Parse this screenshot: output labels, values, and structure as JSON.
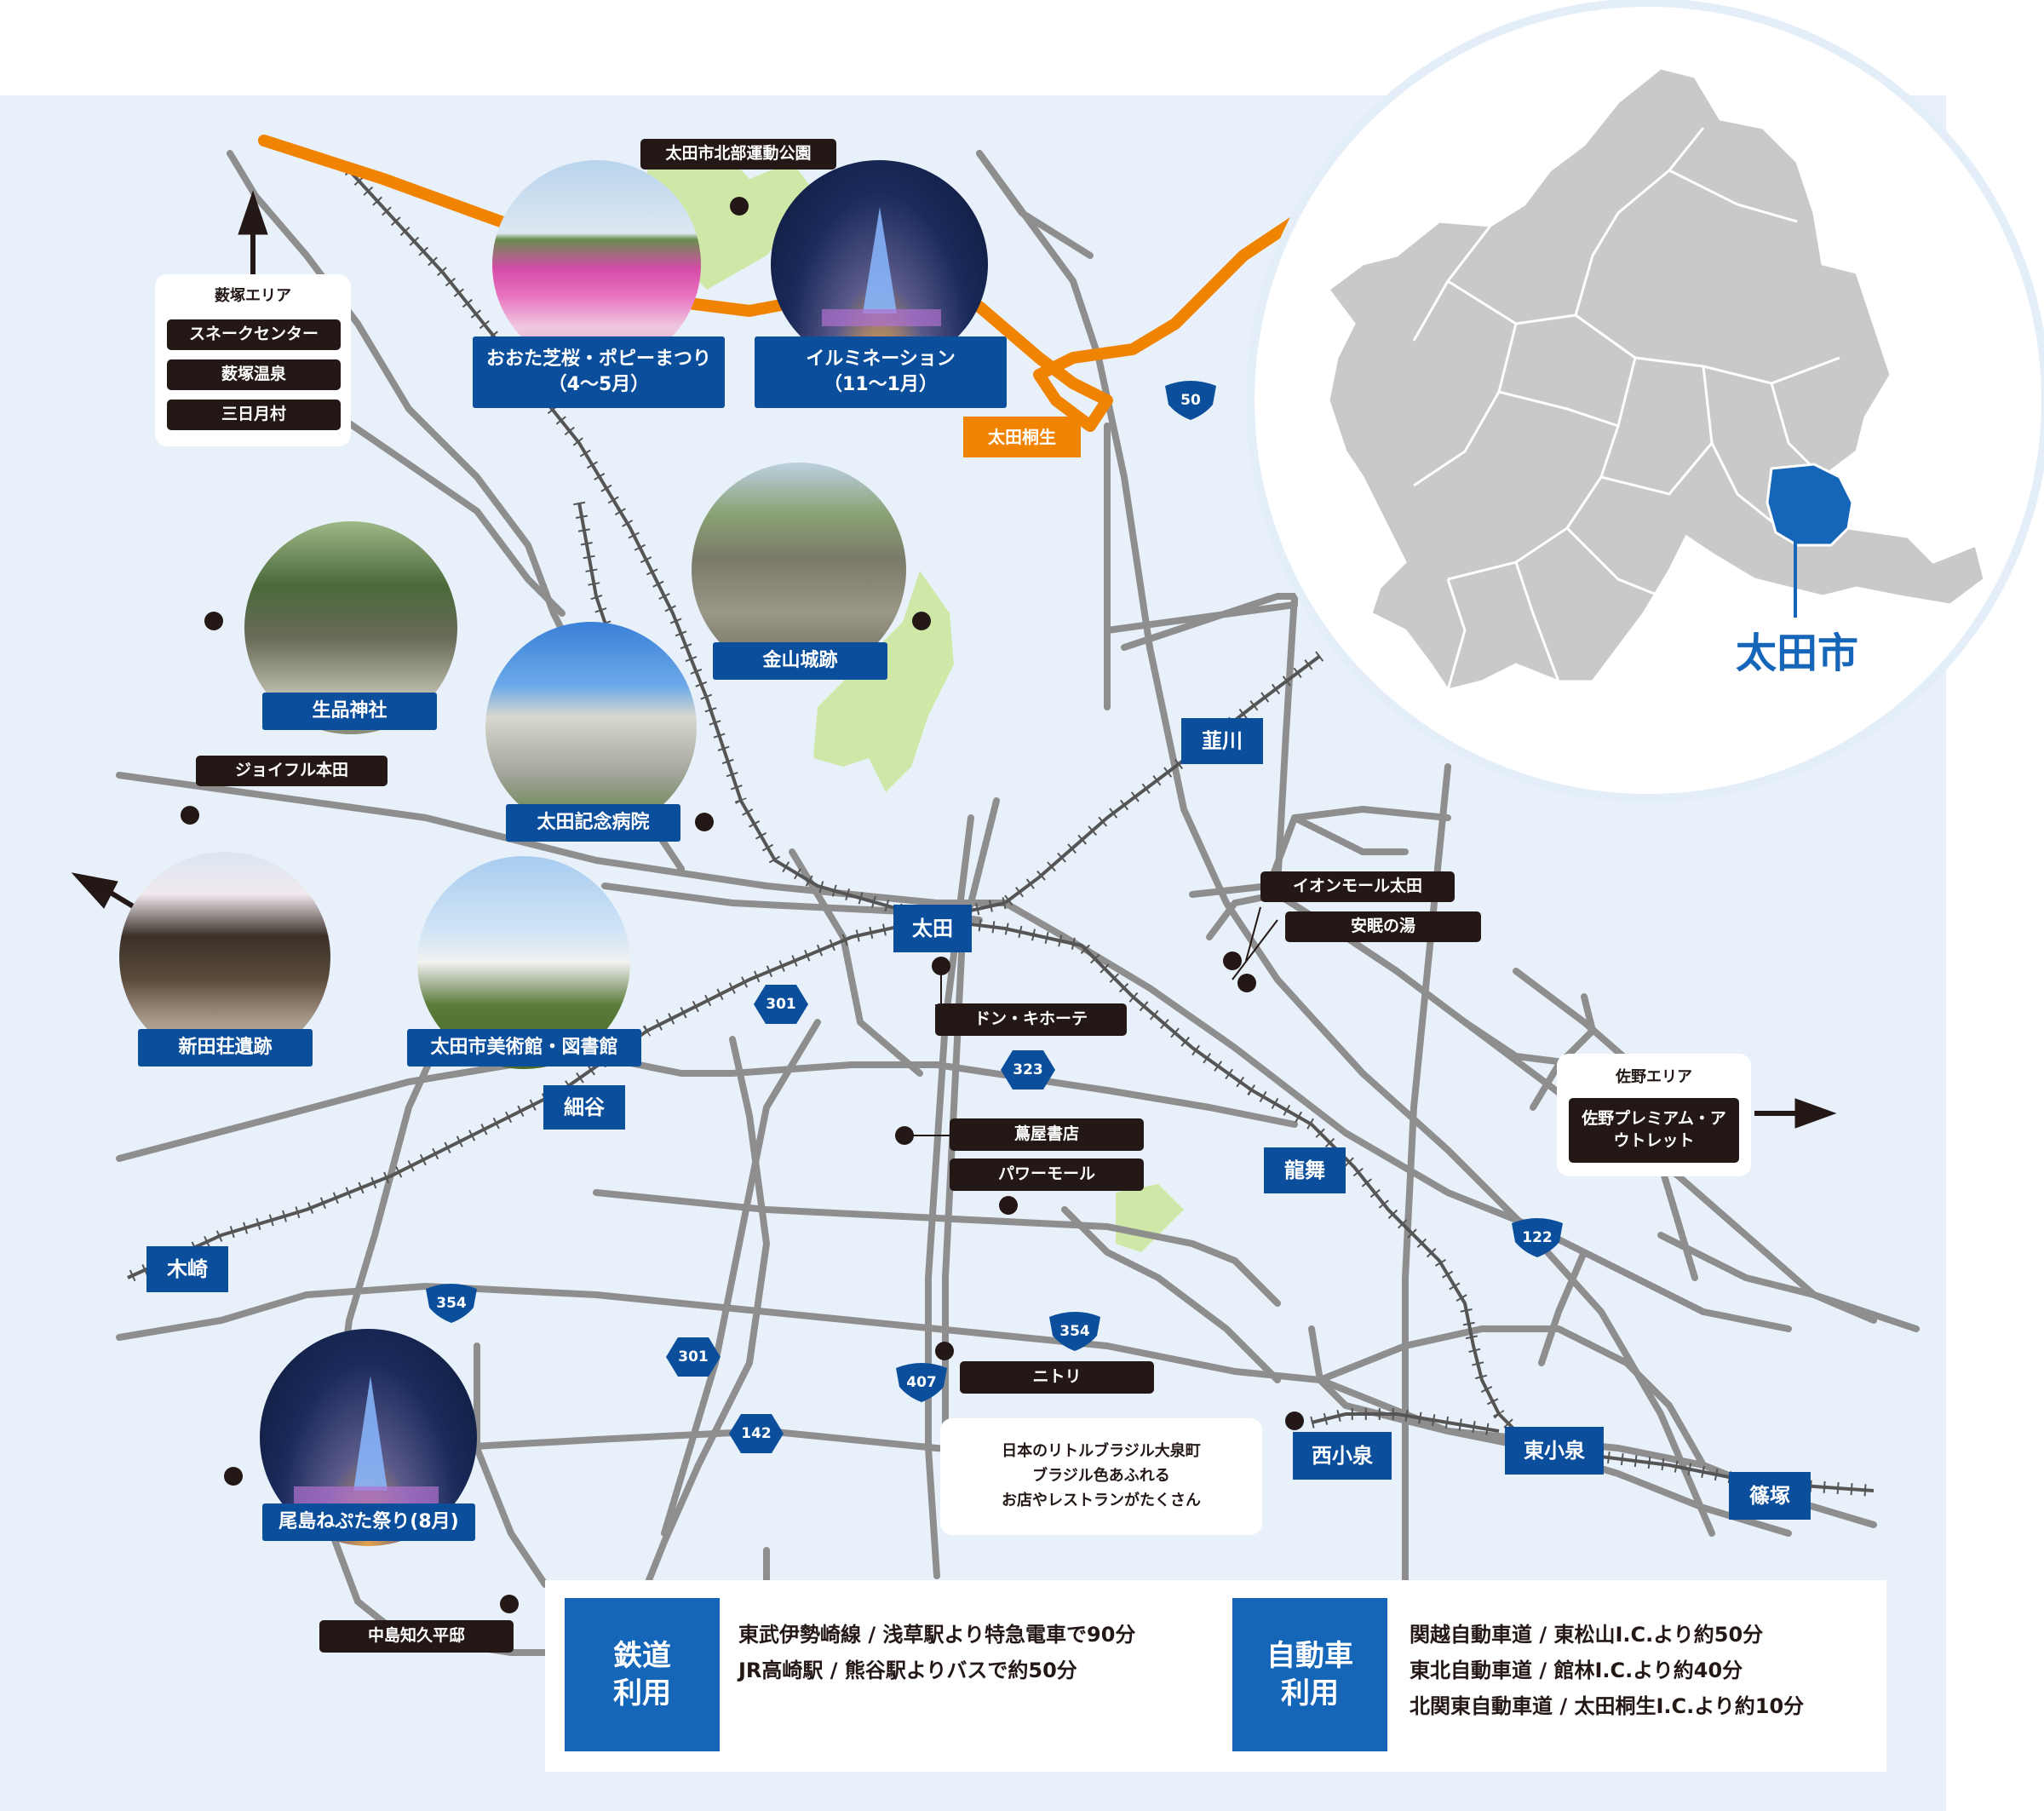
{
  "areas": {
    "yabuzuka": {
      "title": "薮塚エリア",
      "items": [
        "スネークセンター",
        "薮塚温泉",
        "三日月村"
      ]
    },
    "sano": {
      "title": "佐野エリア",
      "item": "佐野プレミアム・アウトレット"
    }
  },
  "spots": {
    "shibazakura": "おおた芝桜・ポピーまつり\n（4～5月）",
    "illumination": "イルミネーション\n（11～1月）",
    "hokubu_park": "太田市北部運動公園",
    "kanayama": "金山城跡",
    "ikushina": "生品神社",
    "joyful": "ジョイフル本田",
    "kinen_hospital": "太田記念病院",
    "nitta": "新田荘遺跡",
    "museum": "太田市美術館・図書館",
    "aeon": "イオンモール太田",
    "anmin": "安眠の湯",
    "donki": "ドン・キホーテ",
    "tsutaya": "蔦屋書店",
    "powermall": "パワーモール",
    "nitori": "ニトリ",
    "ojima": "尾島ねぷた祭り(8月)",
    "nakajima": "中島知久平邸",
    "brazil": "日本のリトルブラジル大泉町\nブラジル色あふれる\nお店やレストランがたくさん"
  },
  "stations": {
    "ota": "太田",
    "nirakawa": "韮川",
    "hosoya": "細谷",
    "kizaki": "木崎",
    "tatsumai": "龍舞",
    "nishikoizumi": "西小泉",
    "higashikoizumi": "東小泉",
    "shinozuka": "篠塚"
  },
  "interchange": "太田桐生",
  "routes": [
    "50",
    "301",
    "323",
    "122",
    "354",
    "301",
    "354",
    "407",
    "142"
  ],
  "inset": {
    "city_label": "太田市"
  },
  "access": {
    "rail": {
      "head": "鉄道\n利用",
      "lines": [
        "東武伊勢崎線 / 浅草駅より特急電車で90分",
        "JR高崎駅 / 熊谷駅よりバスで約50分"
      ]
    },
    "car": {
      "head": "自動車\n利用",
      "lines": [
        "関越自動車道 / 東松山I.C.より約50分",
        "東北自動車道 / 館林I.C.より約40分",
        "北関東自動車道 / 太田桐生I.C.より約10分"
      ]
    }
  },
  "colors": {
    "map_bg": "#e8f1fa",
    "road": "#8e8e8e",
    "expressway": "#f08300",
    "label_blue": "#0b4f9c",
    "city_highlight": "#1565b8",
    "green": "#cfe8a8"
  }
}
